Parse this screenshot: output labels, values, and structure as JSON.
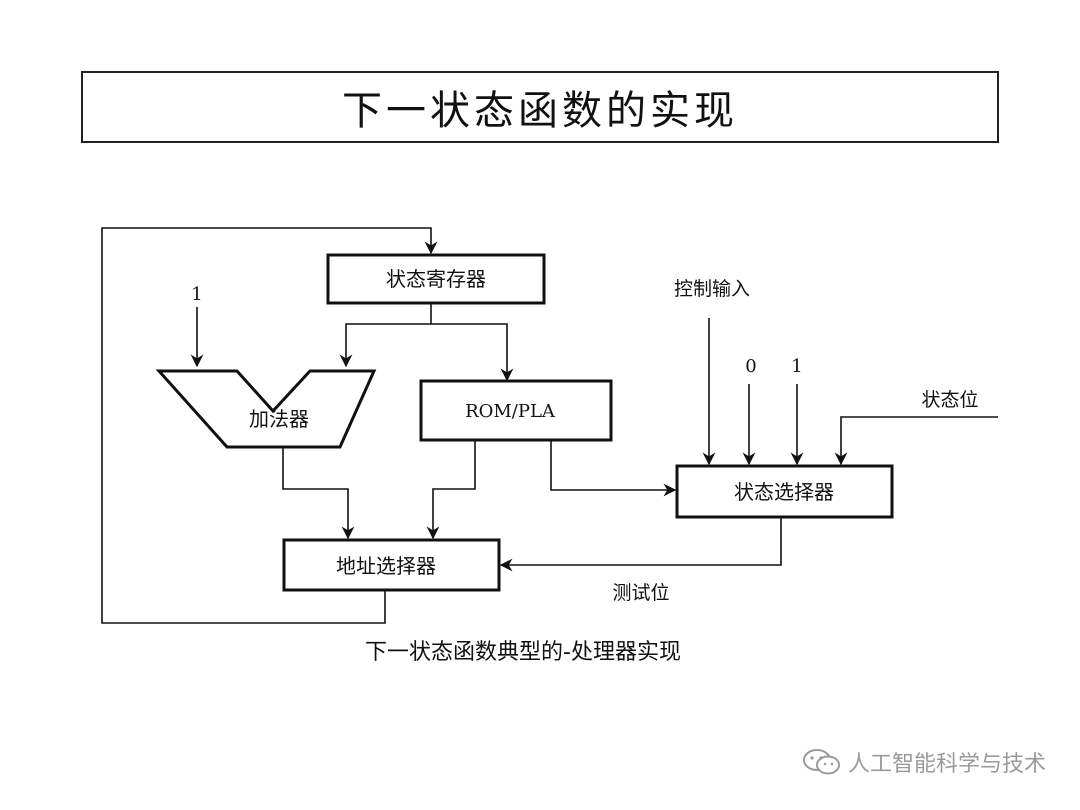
{
  "title": "下一状态函数的实现",
  "nodes": {
    "state_register": "状态寄存器",
    "adder": "加法器",
    "rom_pla": "ROM/PLA",
    "state_selector": "状态选择器",
    "address_selector": "地址选择器"
  },
  "inputs": {
    "one_to_adder": "1",
    "control_input": "控制输入",
    "zero": "0",
    "one": "1",
    "state_bit": "状态位",
    "test_bit": "测试位"
  },
  "caption": "下一状态函数典型的-处理器实现",
  "watermark": {
    "text": "人工智能科学与技术",
    "icon": "wechat-icon"
  }
}
